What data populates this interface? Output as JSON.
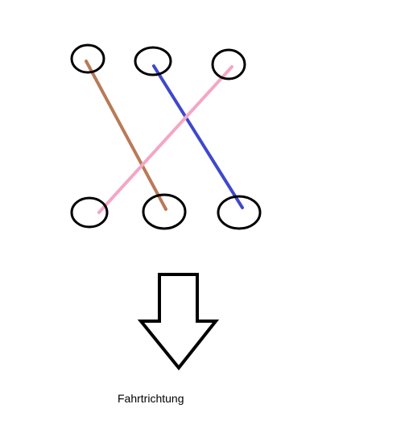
{
  "diagram": {
    "caption": "Fahrtrichtung",
    "colors": {
      "outline": "#000000",
      "brown_line": "#b97a57",
      "blue_line": "#3f48cc",
      "pink_line": "#f4a6c6"
    },
    "circles": [
      {
        "name": "top-left-circle"
      },
      {
        "name": "top-middle-circle"
      },
      {
        "name": "top-right-circle"
      },
      {
        "name": "bottom-left-circle"
      },
      {
        "name": "bottom-middle-circle"
      },
      {
        "name": "bottom-right-circle"
      }
    ],
    "connections": [
      {
        "from": "top-left-circle",
        "to": "bottom-middle-circle",
        "color": "brown_line"
      },
      {
        "from": "top-middle-circle",
        "to": "bottom-right-circle",
        "color": "blue_line"
      },
      {
        "from": "top-right-circle",
        "to": "bottom-left-circle",
        "color": "pink_line"
      }
    ],
    "arrow": {
      "direction": "down"
    }
  }
}
